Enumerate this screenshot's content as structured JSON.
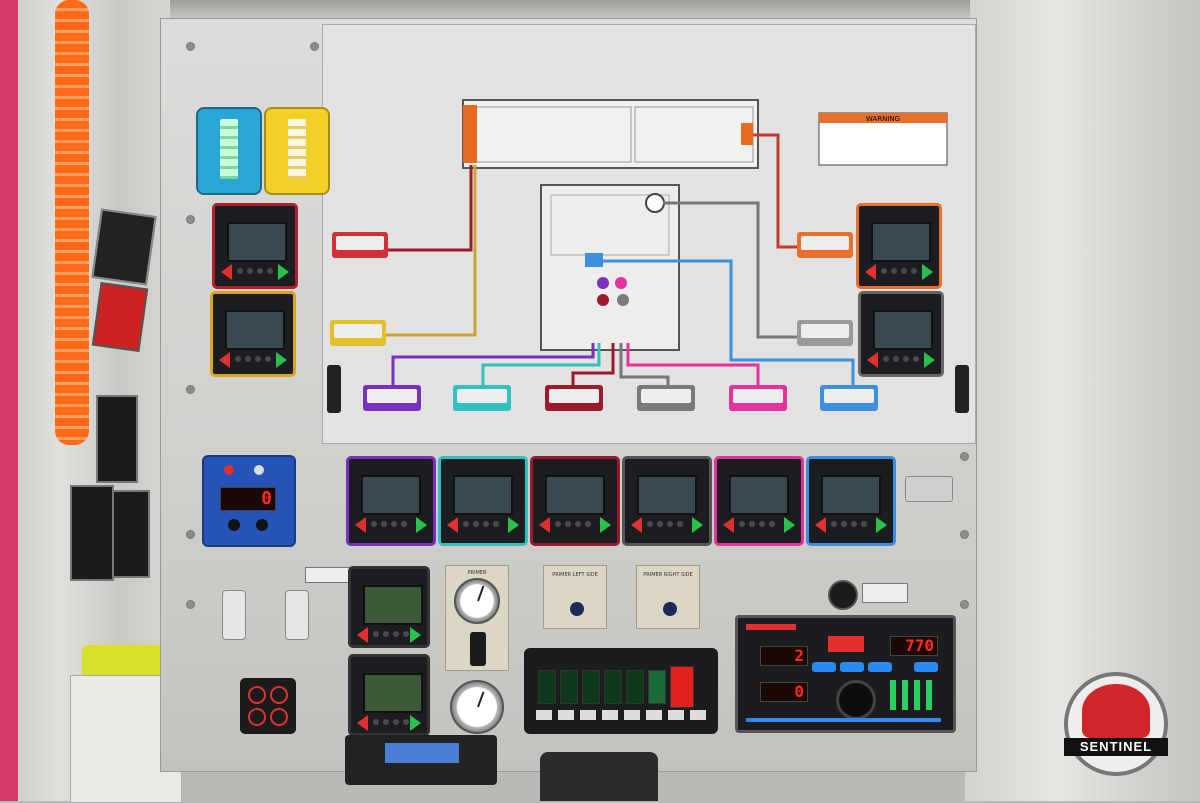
{
  "brand": {
    "watermark": "SENTINEL"
  },
  "colors": {
    "accent_red": "#e63a2b",
    "go_green": "#28c24a",
    "purple": "#7a2fbf",
    "teal": "#32c1c0",
    "maroon": "#9a1a2e",
    "grey": "#7a7a7a",
    "magenta": "#e2339e",
    "blue": "#3f8fe0",
    "orange": "#e8702a",
    "yellow": "#e3c12a"
  },
  "schematic": {
    "warning_label": "WARNING",
    "discharge_labels": [
      "",
      "",
      "",
      "",
      "",
      "",
      "",
      "",
      "",
      "",
      "",
      ""
    ]
  },
  "governor": {
    "digits_left_top": "2",
    "digits_right_top": "770",
    "digits_left_bottom": "0"
  },
  "pressure_display": {
    "value": "0"
  },
  "primer_placards": {
    "left": "PRIMER LEFT SIDE",
    "right": "PRIMER RIGHT SIDE"
  },
  "gauge_placard": {
    "label": "PRIMER"
  },
  "icons": [
    "gauge-icon",
    "pressure-dial-icon",
    "arrow-left-icon",
    "arrow-right-icon",
    "indicator-light-icon",
    "rocker-switch-icon",
    "knob-icon",
    "warning-icon"
  ]
}
